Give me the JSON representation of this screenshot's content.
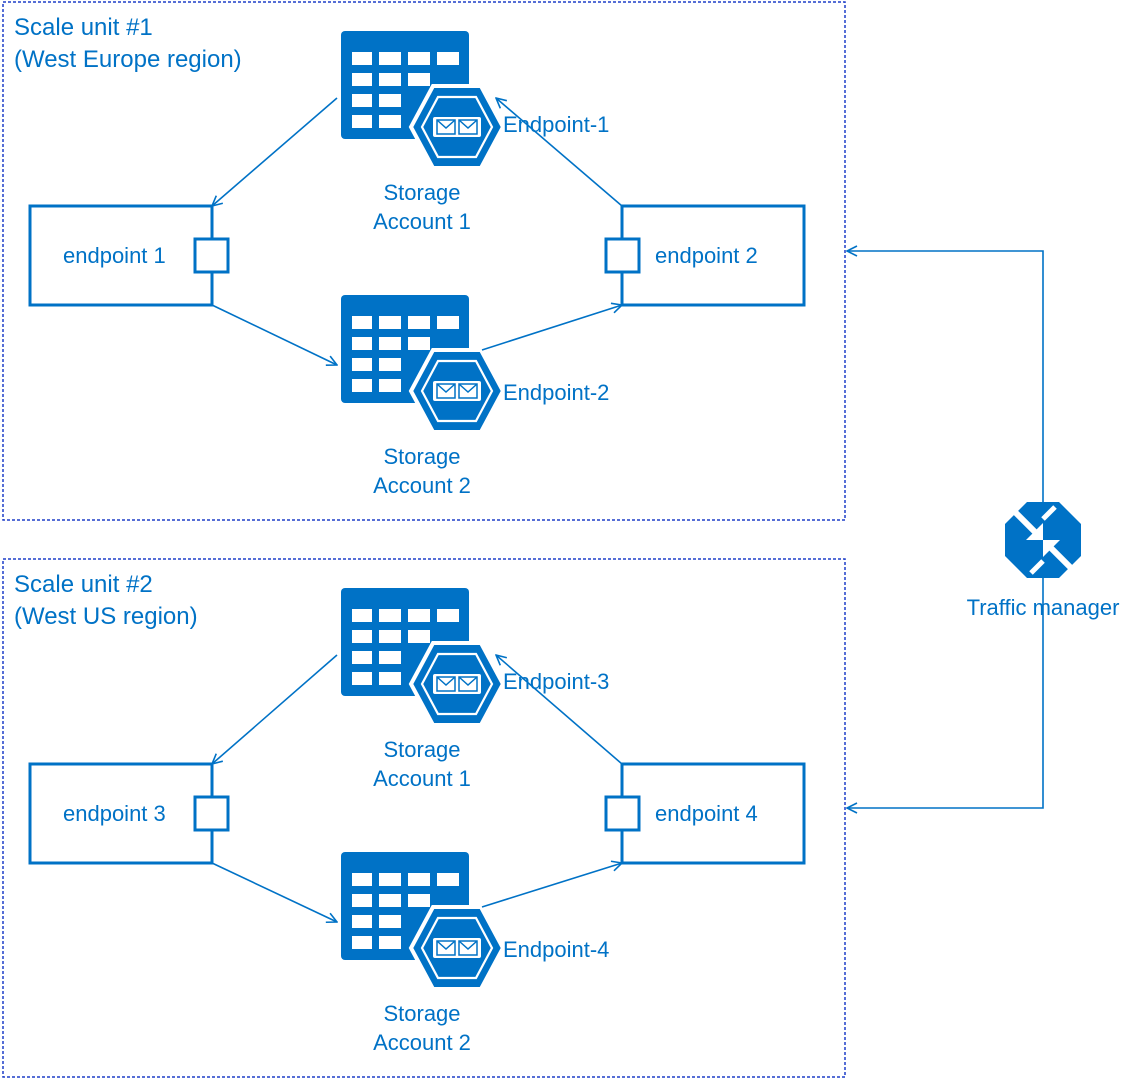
{
  "colors": {
    "accent": "#0072C6",
    "background": "#ffffff"
  },
  "scale_units": [
    {
      "title_line1": "Scale unit #1",
      "title_line2": "(West Europe region)",
      "endpoint_left": "endpoint 1",
      "endpoint_right": "endpoint 2",
      "storage_top": {
        "line1": "Storage",
        "line2": "Account 1",
        "endpoint_label": "Endpoint-1"
      },
      "storage_bottom": {
        "line1": "Storage",
        "line2": "Account 2",
        "endpoint_label": "Endpoint-2"
      }
    },
    {
      "title_line1": "Scale unit #2",
      "title_line2": "(West US region)",
      "endpoint_left": "endpoint 3",
      "endpoint_right": "endpoint 4",
      "storage_top": {
        "line1": "Storage",
        "line2": "Account 1",
        "endpoint_label": "Endpoint-3"
      },
      "storage_bottom": {
        "line1": "Storage",
        "line2": "Account 2",
        "endpoint_label": "Endpoint-4"
      }
    }
  ],
  "traffic_manager": {
    "label": "Traffic manager",
    "icon": "traffic-manager-icon"
  },
  "icons": {
    "storage": "storage-table-icon",
    "endpoint": "endpoint-hexagon-icon"
  }
}
